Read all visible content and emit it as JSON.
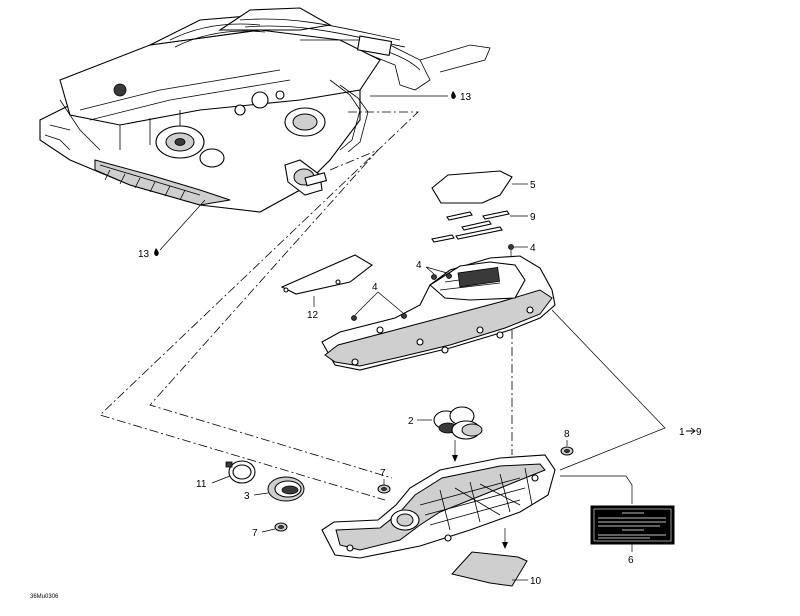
{
  "diagram": {
    "drawing_code": "36Mu0306",
    "callouts": {
      "c1": "1",
      "c1_range": "9",
      "c2": "2",
      "c3": "3",
      "c4a": "4",
      "c4b": "4",
      "c4c": "4",
      "c5": "5",
      "c6": "6",
      "c7a": "7",
      "c7b": "7",
      "c8": "8",
      "c9": "9",
      "c10": "10",
      "c11": "11",
      "c12": "12",
      "c13a": "13",
      "c13b": "13"
    }
  }
}
